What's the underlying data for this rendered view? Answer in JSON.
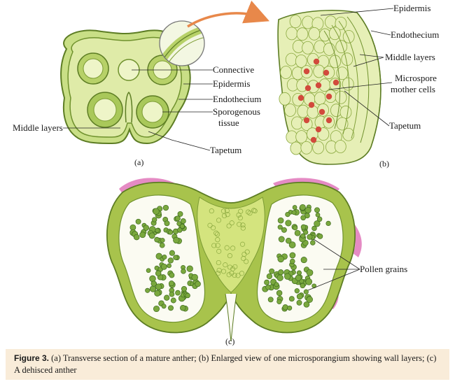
{
  "panel_a": {
    "sublabel": "(a)",
    "labels": {
      "connective": "Connective",
      "epidermis": "Epidermis",
      "endothecium": "Endothecium",
      "sporogenous_1": "Sporogenous",
      "sporogenous_2": "tissue",
      "middle_layers": "Middle layers",
      "tapetum": "Tapetum"
    }
  },
  "panel_b": {
    "sublabel": "(b)",
    "labels": {
      "epidermis": "Epidermis",
      "endothecium": "Endothecium",
      "middle_layers": "Middle layers",
      "microspore_1": "Microspore",
      "microspore_2": "mother cells",
      "tapetum": "Tapetum"
    }
  },
  "panel_c": {
    "sublabel": "(c)",
    "labels": {
      "pollen_grains": "Pollen grains"
    }
  },
  "caption": {
    "figure_label": "Figure 3.",
    "text": " (a) Transverse section of a mature anther; (b) Enlarged view of one microsporangium showing wall layers; (c) A dehisced anther"
  },
  "colors": {
    "tissue_light": "#e6efb6",
    "tissue_mid": "#c9df86",
    "tissue_dark": "#8fb53d",
    "outline": "#5d7d24",
    "pink": "#e58bc4",
    "pollen": "#6a9a36",
    "arrow": "#e8884a",
    "cell_nucleus": "#d24a3c",
    "caption_bg": "#f9ecd9"
  }
}
